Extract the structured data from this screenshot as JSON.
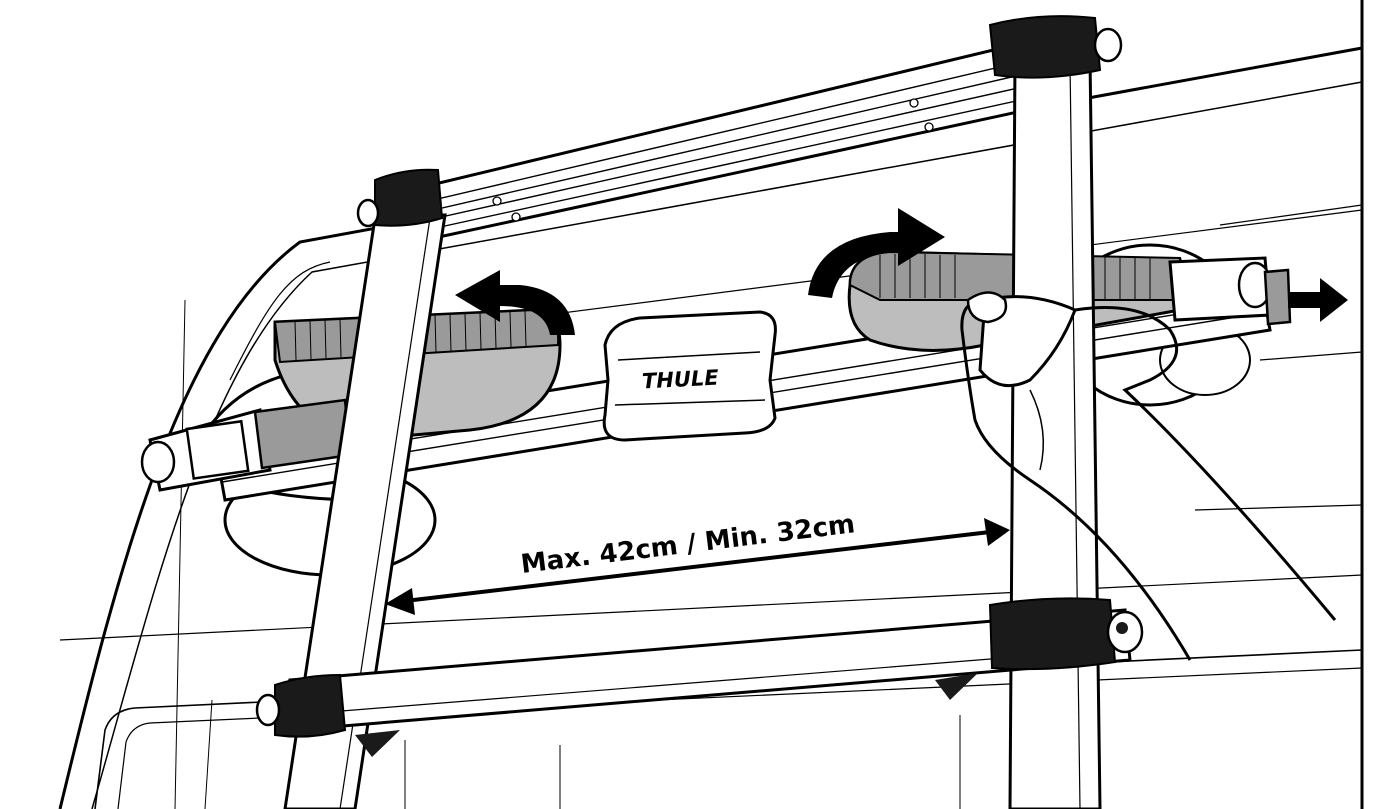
{
  "measurement": {
    "label": "Max. 42cm / Min. 32cm"
  },
  "holder": {
    "brand": "THULE"
  },
  "colors": {
    "line": "#000000",
    "strap": "#9a9a9a",
    "strap_inner": "#bdbdbd",
    "fitting": "#1a1a1a",
    "tube_shade": "#e6e6e6",
    "background": "#ffffff"
  },
  "icons": {
    "strap_direction": "curved-arrow",
    "pull_direction": "arrow-right",
    "distance": "double-arrow"
  }
}
